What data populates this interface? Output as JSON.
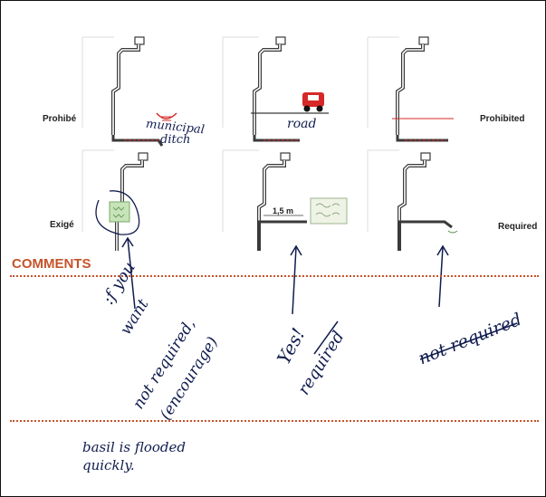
{
  "labels": {
    "prohibited_fr": "Prohibé",
    "prohibited_en": "Prohibited",
    "required_fr": "Exigé",
    "required_en": "Required",
    "distance": "1,5 m"
  },
  "section": {
    "title": "COMMENTS"
  },
  "handwritten": {
    "municipal_ditch_line1": "municipal",
    "municipal_ditch_line2": "ditch",
    "road": "road",
    "if_you_want_line1": ":f you",
    "if_you_want_line2": "want",
    "not_required_encourage_line1": "not required,",
    "not_required_encourage_line2": "(encourage)",
    "yes_line1": "Yes!",
    "yes_line2": "required",
    "not_required": "not required",
    "basil_line1": "basil is flooded",
    "basil_line2": "quickly."
  },
  "colors": {
    "accent": "#c5532a",
    "ink": "#101c4f",
    "car": "#d62828",
    "pipe": "#3a3a3a"
  }
}
